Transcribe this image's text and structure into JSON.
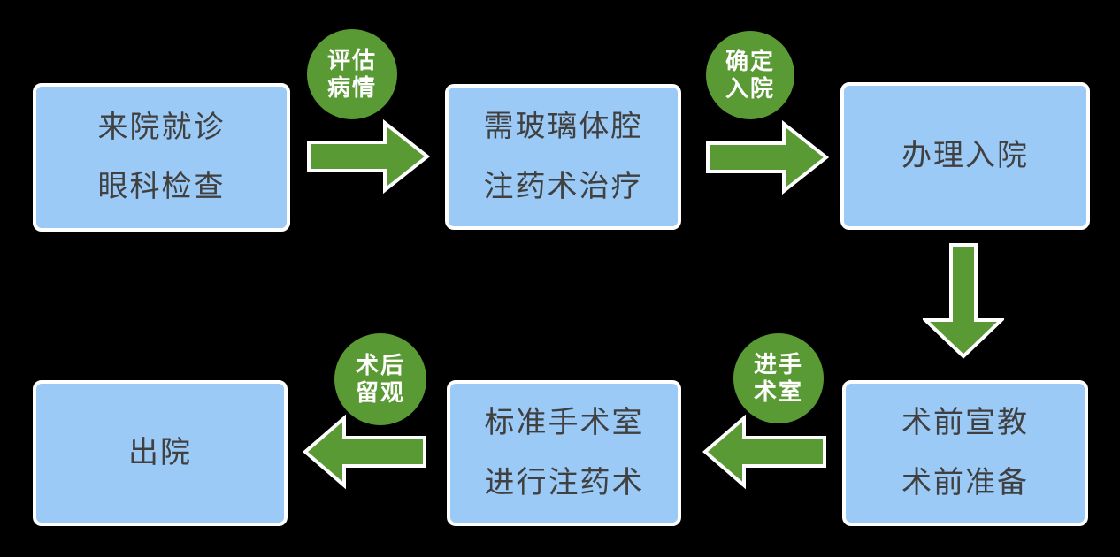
{
  "colors": {
    "background": "#000000",
    "node_fill": "#9BCAF7",
    "node_border": "#FFFFFF",
    "node_text": "#404040",
    "green": "#5A9A34",
    "badge_text": "#FFFFFF"
  },
  "nodes": [
    {
      "id": "visit",
      "lines": [
        "来院就诊",
        "眼科检查"
      ]
    },
    {
      "id": "treatment-needed",
      "lines": [
        "需玻璃体腔",
        "注药术治疗"
      ]
    },
    {
      "id": "admission",
      "lines": [
        "办理入院"
      ]
    },
    {
      "id": "preop",
      "lines": [
        "术前宣教",
        "术前准备"
      ]
    },
    {
      "id": "surgery",
      "lines": [
        "标准手术室",
        "进行注药术"
      ]
    },
    {
      "id": "discharge",
      "lines": [
        "出院"
      ]
    }
  ],
  "badges": [
    {
      "id": "assess-condition",
      "lines": [
        "评估",
        "病情"
      ]
    },
    {
      "id": "confirm-admission",
      "lines": [
        "确定",
        "入院"
      ]
    },
    {
      "id": "enter-operating-room",
      "lines": [
        "进手",
        "术室"
      ]
    },
    {
      "id": "postop-observation",
      "lines": [
        "术后",
        "留观"
      ]
    }
  ],
  "arrows": [
    {
      "id": "visit-to-treatment",
      "direction": "right"
    },
    {
      "id": "treatment-to-admission",
      "direction": "right"
    },
    {
      "id": "admission-to-preop",
      "direction": "down"
    },
    {
      "id": "preop-to-surgery",
      "direction": "left"
    },
    {
      "id": "surgery-to-discharge",
      "direction": "left"
    }
  ]
}
